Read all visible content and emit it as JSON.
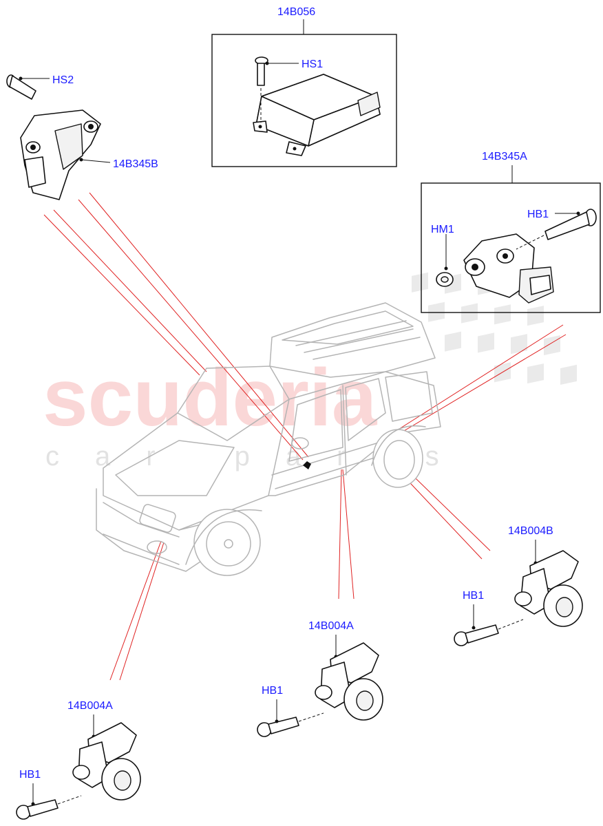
{
  "watermark": {
    "brand": "scuderia",
    "subtitle": "car parts"
  },
  "labels": {
    "module": "14B056",
    "module_bolt": "HS1",
    "left_bolt": "HS2",
    "left_sensor": "14B345B",
    "right_sensor": "14B345A",
    "right_bolt": "HB1",
    "right_nut": "HM1",
    "rear_impact": "14B004B",
    "rear_bolt": "HB1",
    "center_impact": "14B004A",
    "center_bolt": "HB1",
    "front_impact": "14B004A",
    "front_bolt": "HB1"
  },
  "colors": {
    "label": "#1a1aff",
    "leader_red": "#e02020",
    "line": "#111111",
    "vehicle": "#b4b4b4"
  }
}
